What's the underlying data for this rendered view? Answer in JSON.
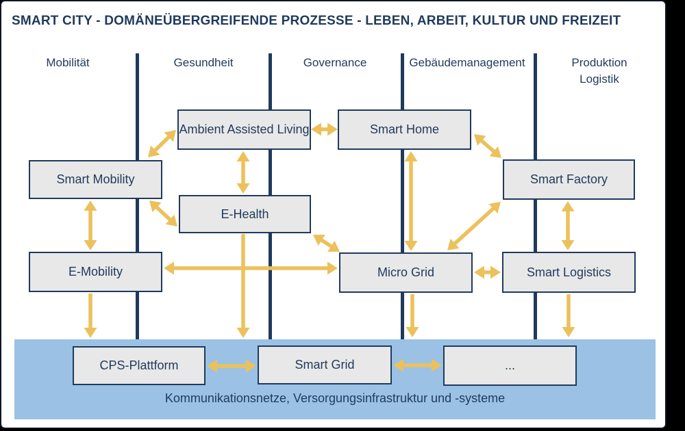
{
  "title": "SMART CITY - DOMÄNEÜBERGREIFENDE PROZESSE - LEBEN, ARBEIT, KULTUR UND FREIZEIT",
  "columns": {
    "mobility": "Mobilität",
    "health": "Gesundheit",
    "governance": "Governance",
    "building": "Gebäudemanagement",
    "production_line1": "Produktion",
    "production_line2": "Logistik"
  },
  "nodes": {
    "smart_mobility": "Smart Mobility",
    "aal": "Ambient Assisted Living",
    "smart_home": "Smart Home",
    "e_health": "E-Health",
    "smart_factory": "Smart Factory",
    "e_mobility": "E-Mobility",
    "micro_grid": "Micro Grid",
    "smart_logistics": "Smart Logistics",
    "cps": "CPS-Plattform",
    "smart_grid": "Smart Grid",
    "ellipsis": "..."
  },
  "infrastructure": {
    "label": "Kommunikationsnetze, Versorgungsinfrastruktur und -systeme"
  },
  "colors": {
    "navy": "#1f3a5c",
    "gold": "#ecc15c",
    "band_blue": "#9bc2e4",
    "node_fill": "#e8e8e8"
  },
  "connections": [
    {
      "from": "Ambient Assisted Living",
      "to": "Smart Home",
      "type": "bidirectional"
    },
    {
      "from": "Ambient Assisted Living",
      "to": "E-Health",
      "type": "bidirectional"
    },
    {
      "from": "Smart Mobility",
      "to": "Ambient Assisted Living",
      "type": "bidirectional"
    },
    {
      "from": "Smart Mobility",
      "to": "E-Health",
      "type": "bidirectional"
    },
    {
      "from": "Smart Mobility",
      "to": "E-Mobility",
      "type": "bidirectional"
    },
    {
      "from": "E-Health",
      "to": "Micro Grid",
      "type": "bidirectional"
    },
    {
      "from": "E-Mobility",
      "to": "Micro Grid",
      "type": "bidirectional"
    },
    {
      "from": "Smart Home",
      "to": "Micro Grid",
      "type": "bidirectional"
    },
    {
      "from": "Smart Home",
      "to": "Smart Factory",
      "type": "bidirectional"
    },
    {
      "from": "Micro Grid",
      "to": "Smart Factory",
      "type": "bidirectional"
    },
    {
      "from": "Smart Factory",
      "to": "Smart Logistics",
      "type": "bidirectional"
    },
    {
      "from": "Micro Grid",
      "to": "Smart Logistics",
      "type": "bidirectional"
    },
    {
      "from": "E-Mobility",
      "to": "Infrastruktur",
      "type": "directed"
    },
    {
      "from": "E-Health",
      "to": "Infrastruktur",
      "type": "directed"
    },
    {
      "from": "Micro Grid",
      "to": "Infrastruktur",
      "type": "directed"
    },
    {
      "from": "Smart Logistics",
      "to": "Infrastruktur",
      "type": "directed"
    },
    {
      "from": "CPS-Plattform",
      "to": "Smart Grid",
      "type": "bidirectional"
    },
    {
      "from": "Smart Grid",
      "to": "...",
      "type": "bidirectional"
    }
  ]
}
